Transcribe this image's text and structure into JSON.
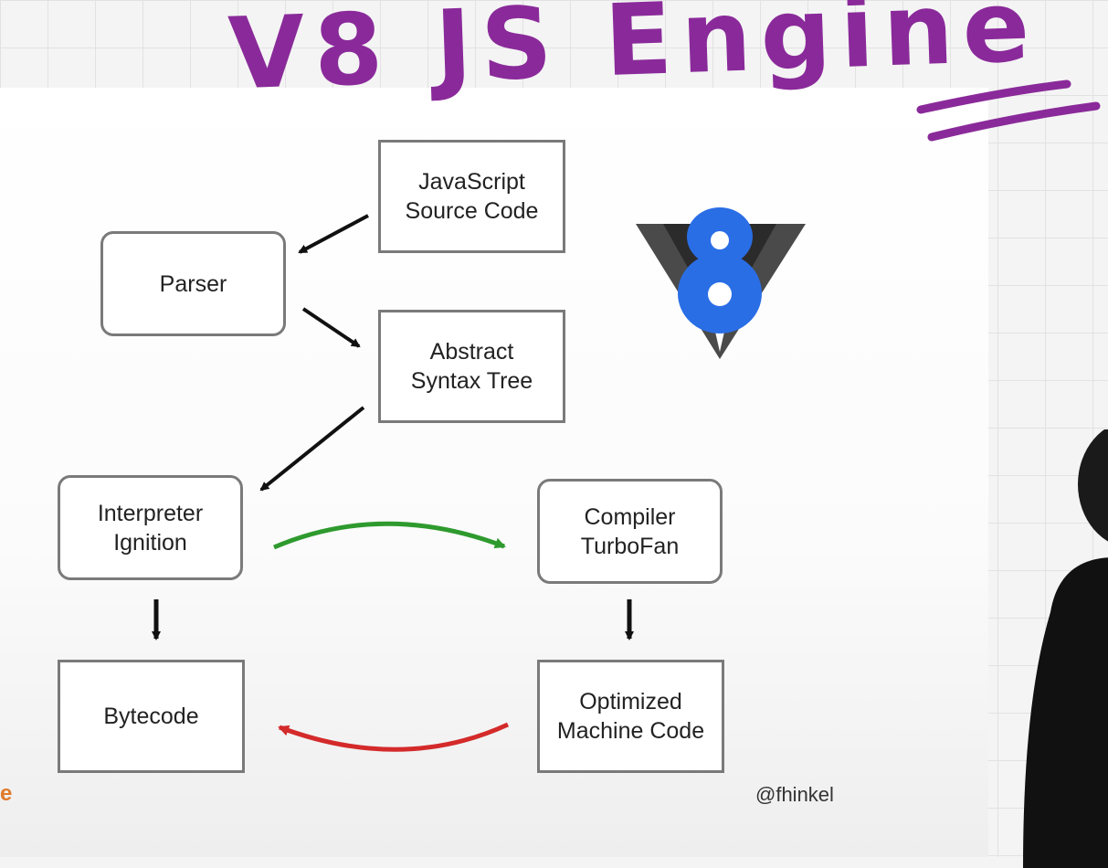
{
  "title": "V8 JS Engine",
  "nodes": {
    "source": "JavaScript\nSource Code",
    "parser": "Parser",
    "ast": "Abstract\nSyntax Tree",
    "interpreter": "Interpreter\nIgnition",
    "compiler": "Compiler\nTurboFan",
    "bytecode": "Bytecode",
    "machine_code": "Optimized\nMachine Code"
  },
  "credit": "@fhinkel",
  "fragment_text": "e",
  "colors": {
    "title": "#8a2a9a",
    "optimize_arrow": "#2e9a2e",
    "deoptimize_arrow": "#d42a2a",
    "v8_logo_blue": "#2a6ee6",
    "v8_logo_gray": "#4a4a4a"
  },
  "icons": {
    "logo": "v8-logo-icon"
  }
}
